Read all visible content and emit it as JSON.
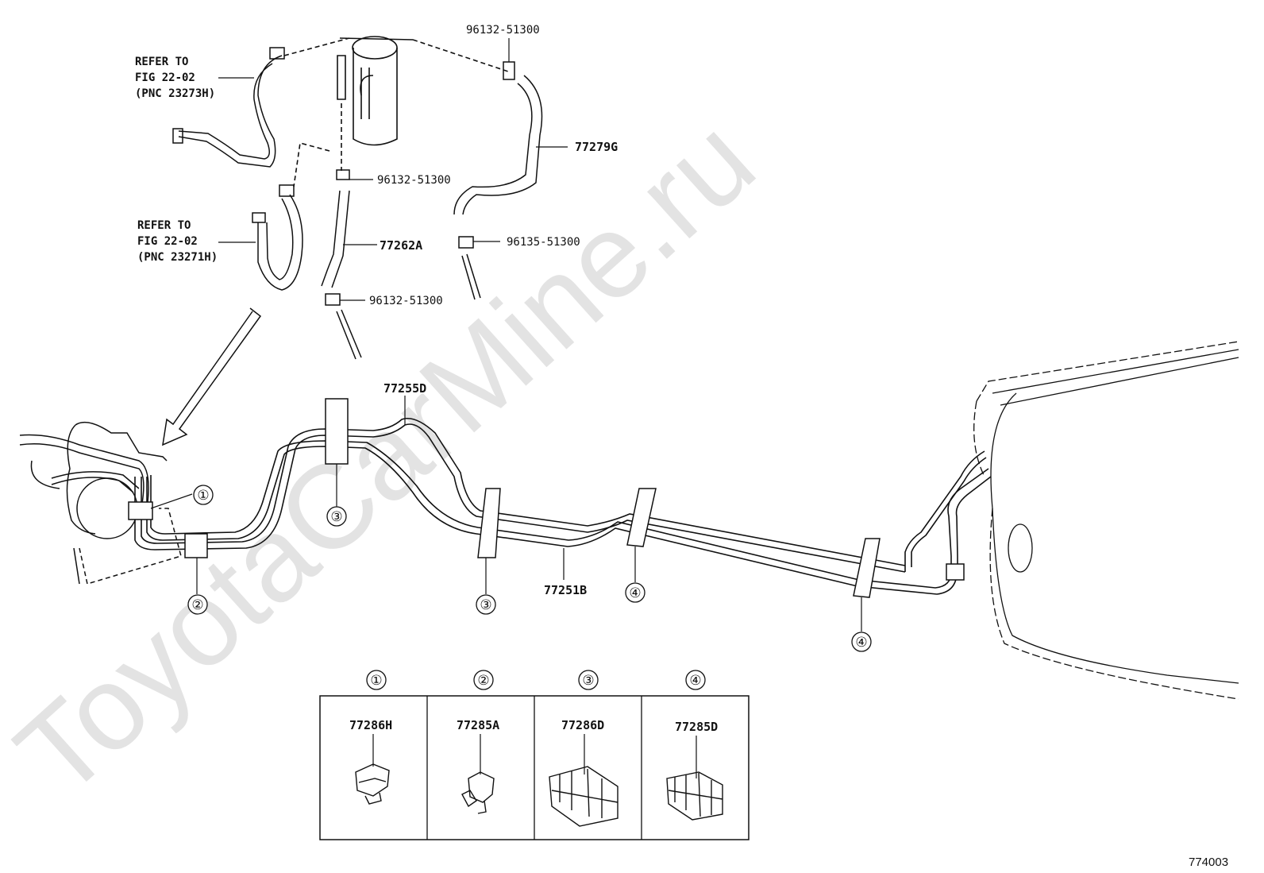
{
  "watermark": "ToyotaCarMine.ru",
  "figure_code": "774003",
  "refer_notes": [
    {
      "line1": "REFER TO",
      "line2": "FIG 22-02",
      "line3": "(PNC 23273H)"
    },
    {
      "line1": "REFER TO",
      "line2": "FIG 22-02",
      "line3": "(PNC 23271H)"
    }
  ],
  "part_labels": {
    "clip_top": "96132-51300",
    "hose_g": "77279G",
    "clip_mid": "96132-51300",
    "clip_right": "96135-51300",
    "hose_a": "77262A",
    "clip_bottom": "96132-51300",
    "tube_d": "77255D",
    "tube_b": "77251B"
  },
  "callouts": [
    "①",
    "②",
    "③",
    "③",
    "④",
    "④"
  ],
  "legend": [
    {
      "num": "①",
      "part": "77286H"
    },
    {
      "num": "②",
      "part": "77285A"
    },
    {
      "num": "③",
      "part": "77286D"
    },
    {
      "num": "④",
      "part": "77285D"
    }
  ]
}
